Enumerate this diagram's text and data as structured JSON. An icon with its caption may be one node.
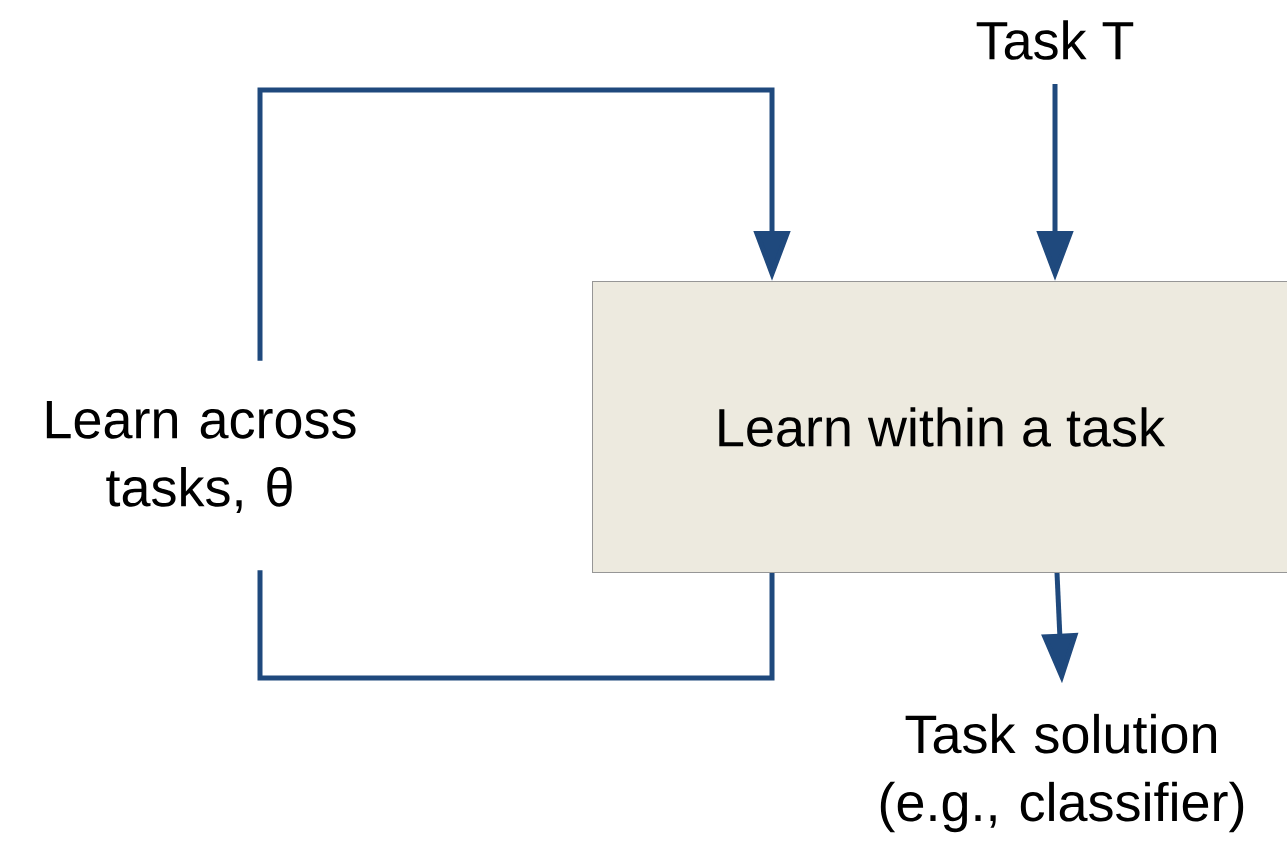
{
  "diagram": {
    "nodes": [
      {
        "text": [
          "Task T"
        ]
      },
      {
        "text": [
          "Learn within a task"
        ]
      },
      {
        "text": [
          "Learn across tasks, θ"
        ]
      },
      {
        "text": [
          "Task solution (e.g., classifier)"
        ]
      }
    ],
    "edges": [
      {
        "from": 0,
        "to": 1,
        "arrow": "to"
      },
      {
        "from": 1,
        "to": 3,
        "arrow": "to"
      },
      {
        "from": 2,
        "to": 1,
        "arrow": "to"
      },
      {
        "from": 1,
        "to": 2,
        "arrow": "none"
      }
    ]
  }
}
